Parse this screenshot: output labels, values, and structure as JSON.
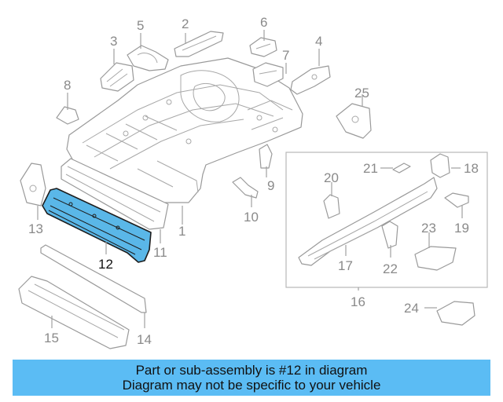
{
  "diagram": {
    "highlight_color": "#5bbcf4",
    "highlighted_part": "12",
    "callouts": {
      "c1": "1",
      "c2": "2",
      "c3": "3",
      "c4": "4",
      "c5": "5",
      "c6": "6",
      "c7": "7",
      "c8": "8",
      "c9": "9",
      "c10": "10",
      "c11": "11",
      "c12": "12",
      "c13": "13",
      "c14": "14",
      "c15": "15",
      "c16": "16",
      "c17": "17",
      "c18": "18",
      "c19": "19",
      "c20": "20",
      "c21": "21",
      "c22": "22",
      "c23": "23",
      "c24": "24",
      "c25": "25"
    }
  },
  "banner": {
    "line1": "Part or sub-assembly is #12 in diagram",
    "line2": "Diagram may not be specific to your vehicle"
  }
}
